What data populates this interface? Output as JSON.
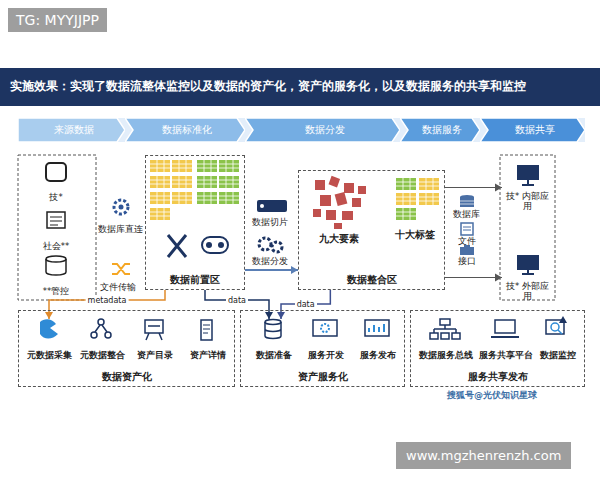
{
  "diagram": {
    "title": "实施效果：实现了数据流整体监控以及数据的资产化，资产的服务化，以及数据服务的共享和监控",
    "nodes": [
      {
        "text": [
          "来源数据"
        ]
      },
      {
        "text": [
          "数据标准化"
        ]
      },
      {
        "text": [
          "数据分发"
        ]
      },
      {
        "text": [
          "数据服务"
        ]
      },
      {
        "text": [
          "数据共享"
        ]
      },
      {
        "text": [
          "技*"
        ]
      },
      {
        "text": [
          "社会**"
        ]
      },
      {
        "text": [
          "**管控"
        ]
      },
      {
        "text": [
          "数据前置区"
        ]
      },
      {
        "text": [
          "九大要素",
          "十大标签",
          "数据整合区"
        ]
      },
      {
        "text": [
          "技* 内部应用"
        ]
      },
      {
        "text": [
          "技* 外部应用"
        ]
      },
      {
        "text": [
          "数据资产化"
        ]
      },
      {
        "text": [
          "元数据采集"
        ],
        "in": 12
      },
      {
        "text": [
          "元数据整合"
        ],
        "in": 12
      },
      {
        "text": [
          "资产目录"
        ],
        "in": 12
      },
      {
        "text": [
          "资产详情"
        ],
        "in": 12
      },
      {
        "text": [
          "资产服务化"
        ]
      },
      {
        "text": [
          "数据准备"
        ],
        "in": 17
      },
      {
        "text": [
          "服务开发"
        ],
        "in": 17
      },
      {
        "text": [
          "服务发布"
        ],
        "in": 17
      },
      {
        "text": [
          "服务共享发布"
        ]
      },
      {
        "text": [
          "数据服务总线"
        ],
        "in": 21
      },
      {
        "text": [
          "服务共享平台"
        ],
        "in": 21
      },
      {
        "text": [
          "数据监控"
        ],
        "in": 21
      }
    ],
    "edges": [
      {
        "from": 8,
        "to": 9,
        "arrow": "to"
      },
      {
        "from": 9,
        "to": 10,
        "arrow": "to"
      },
      {
        "from": 9,
        "to": 11,
        "arrow": "to"
      },
      {
        "from": 8,
        "to": 13,
        "label": "metadata",
        "arrow": "to"
      },
      {
        "from": 8,
        "to": 18,
        "label": "data",
        "arrow": "to"
      },
      {
        "from": 9,
        "to": 18,
        "label": "data",
        "arrow": "to"
      }
    ],
    "labels": [
      "TG: MYYJJPP",
      "数据库直连",
      "文件传输",
      "数据切片",
      "数据分发",
      "数据库",
      "文件",
      "接口",
      "搜狐号@光伏知识星球",
      "www.mgzhenrenzh.com"
    ]
  }
}
